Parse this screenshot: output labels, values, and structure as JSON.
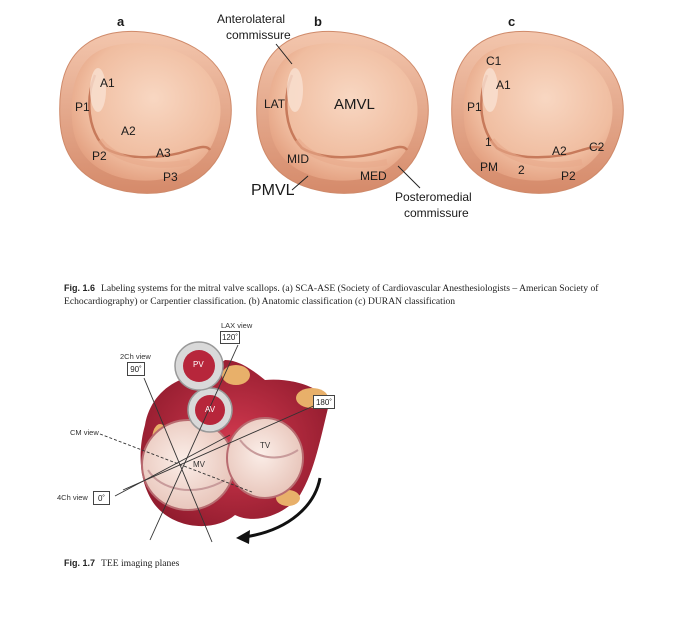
{
  "fig16": {
    "panels": [
      {
        "letter": "a",
        "labels": [
          "A1",
          "P1",
          "A2",
          "P2",
          "A3",
          "P3"
        ]
      },
      {
        "letter": "b",
        "labels": [
          "LAT",
          "AMVL",
          "MID",
          "MED",
          "PMVL"
        ]
      },
      {
        "letter": "c",
        "labels": [
          "C1",
          "A1",
          "P1",
          "1",
          "PM",
          "2",
          "A2",
          "C2",
          "P2"
        ]
      }
    ],
    "anterolateral": [
      "Anterolateral",
      "commissure"
    ],
    "posteromedial": [
      "Posteromedial",
      "commissure"
    ],
    "caption_label": "Fig. 1.6",
    "caption_line1": "Labeling systems for the mitral valve scallops. (a) SCA-ASE (Society of Cardiovascular Anesthesiologists – American Society of",
    "caption_line2": "Echocardiography) or Carpentier classification. (b) Anatomic classification (c) DURAN classification"
  },
  "fig17": {
    "lax_view": "LAX view",
    "angle_120": "120˚",
    "ch2_view": "2Ch view",
    "angle_90": "90˚",
    "angle_180": "180˚",
    "cm_view": "CM view",
    "ch4_view": "4Ch view",
    "angle_0": "0˚",
    "pv": "PV",
    "av": "AV",
    "tv": "TV",
    "mv": "MV",
    "caption_label": "Fig. 1.7",
    "caption_text": "TEE imaging planes"
  },
  "colors": {
    "valve_fill": "#f3c4a9",
    "valve_edge": "#d7906f",
    "tissue_red": "#b9253a",
    "dark_red": "#8e1a2c",
    "fat_yellow": "#e8b06a"
  }
}
